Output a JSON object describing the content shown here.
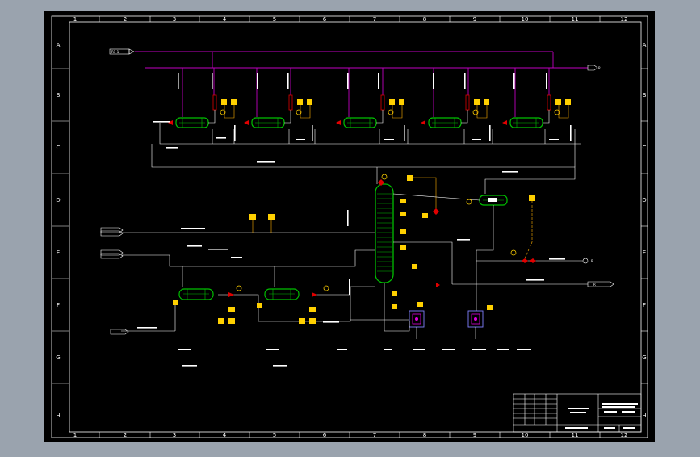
{
  "colors": {
    "viewport_bg": "#9aa3ae",
    "frame": "#000000",
    "border_line": "#ffffff",
    "process_line": "#ffffff",
    "utility_line": "#c000c0",
    "equipment": "#00c000",
    "instrument": "#ffd000",
    "valve": "#e00000",
    "signal_line": "#ffb000",
    "heat_exchanger_box": "#8080ff"
  },
  "border": {
    "columns": [
      "1",
      "2",
      "3",
      "4",
      "5",
      "6",
      "7",
      "8",
      "9",
      "10",
      "11",
      "12"
    ],
    "rows": [
      "A",
      "B",
      "C",
      "D",
      "E",
      "F",
      "G",
      "H"
    ]
  },
  "labels": {
    "tag_left_top": "R1-1",
    "tag_right_top": "R",
    "tag_right_mid": "R",
    "tag_right_lower": "R"
  }
}
